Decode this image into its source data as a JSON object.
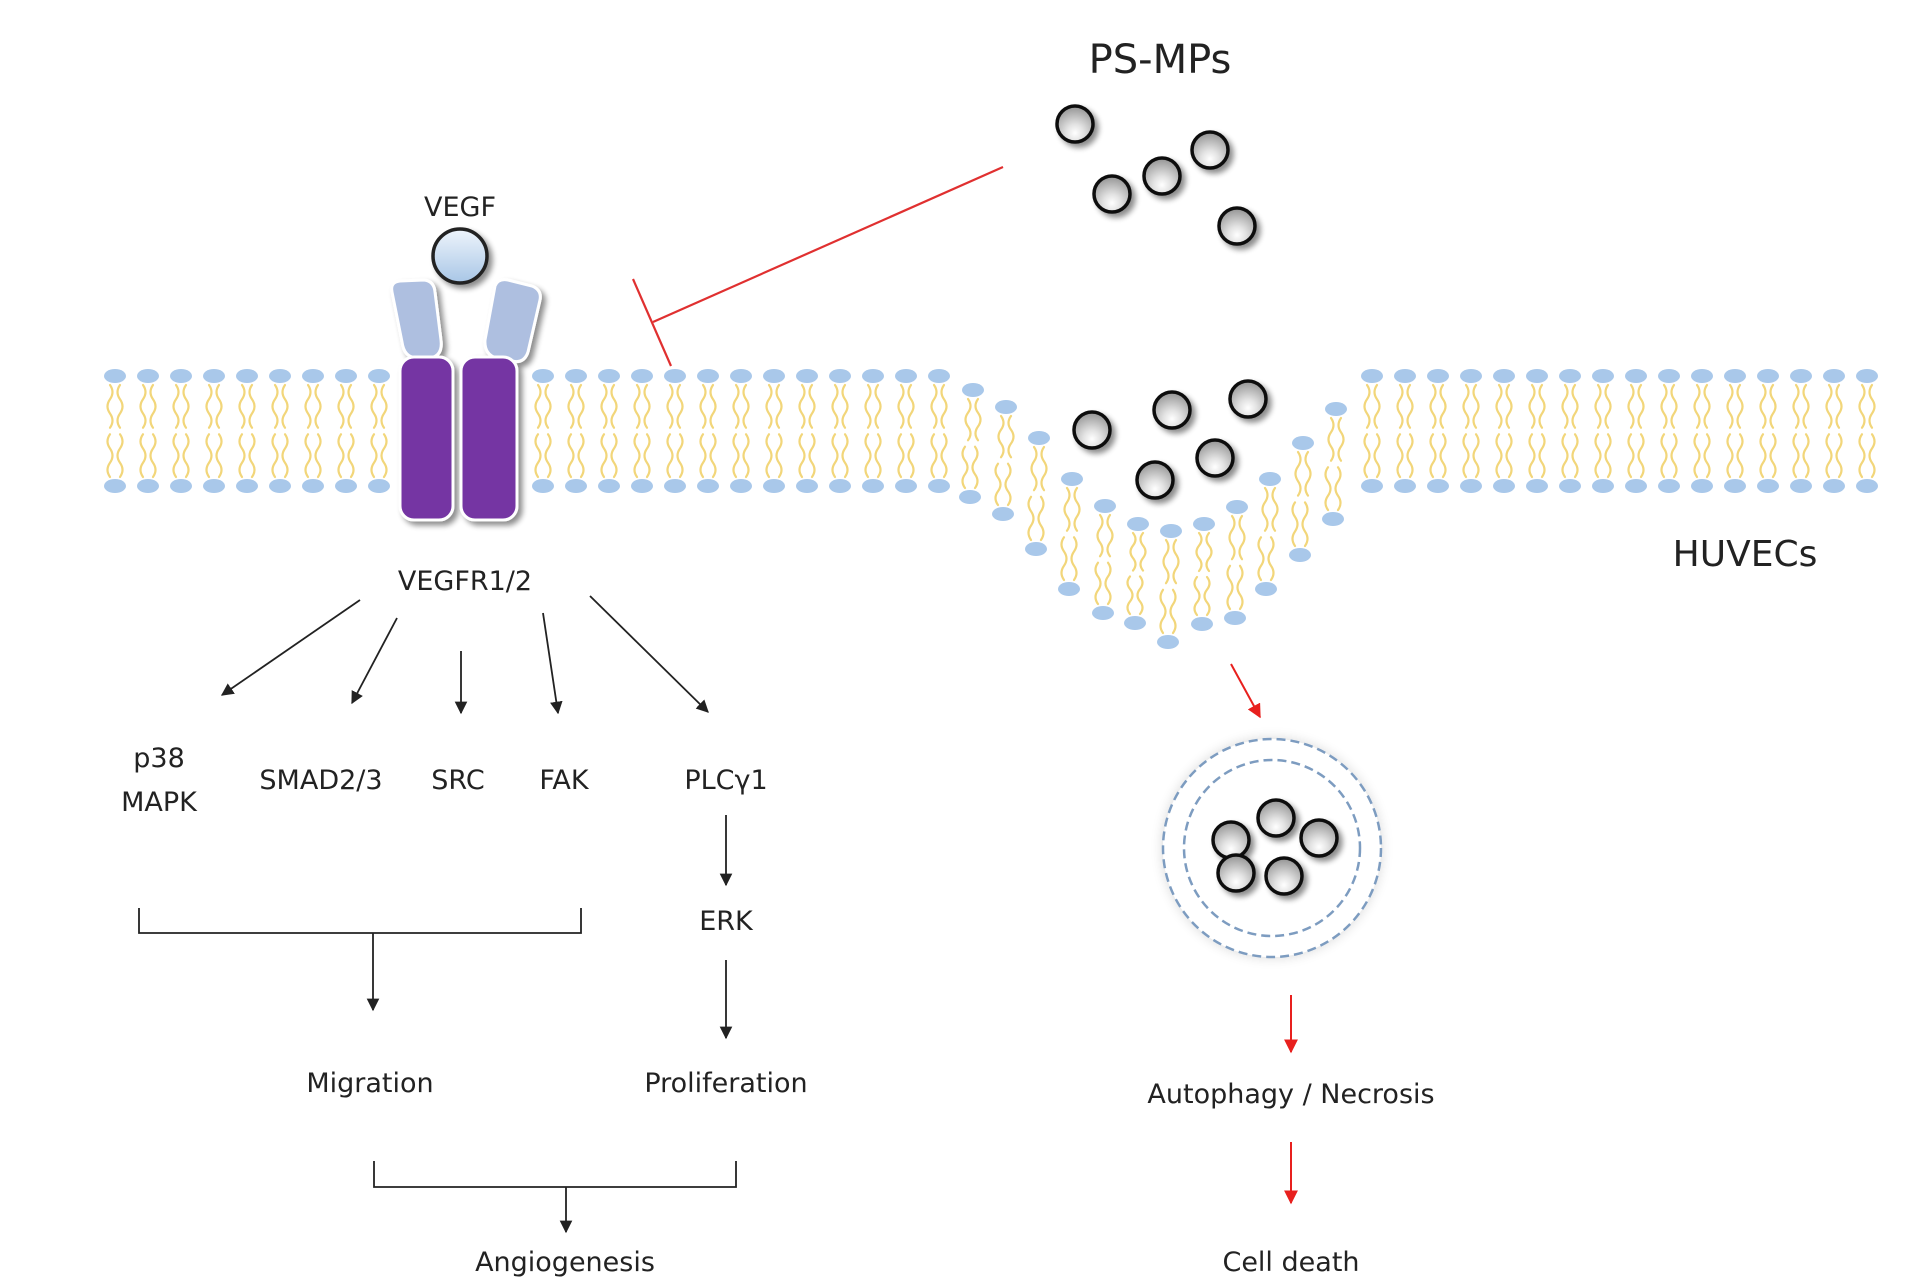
{
  "title": "PS-MPs inhibit VEGF/VEGFR signaling in HUVECs",
  "labels": {
    "psmps": "PS-MPs",
    "vegf": "VEGF",
    "receptor": "VEGFR1/2",
    "cell": "HUVECs"
  },
  "pathway_left": {
    "effectors": [
      "p38",
      "MAPK",
      "SMAD2/3",
      "SRC",
      "FAK",
      "PLCγ1"
    ],
    "erk": "ERK",
    "migration": "Migration",
    "proliferation": "Proliferation",
    "angiogenesis": "Angiogenesis"
  },
  "pathway_right": {
    "outcome1": "Autophagy / Necrosis",
    "outcome2": "Cell death"
  },
  "colors": {
    "receptor_tm": "#7434a3",
    "receptor_ecd": "#aebfe0",
    "lipid_head": "#a9c8ea",
    "lipid_tail": "#f2d67a",
    "inhibit": "#e03030",
    "red_arrow": "#e8201e",
    "black_arrow": "#222222",
    "vesicle_dash": "#7d9cc0"
  },
  "icons": {
    "particle": "microplastic-bead-icon",
    "ligand": "vegf-ligand-icon",
    "inhibition": "inhibition-tbar-icon"
  }
}
